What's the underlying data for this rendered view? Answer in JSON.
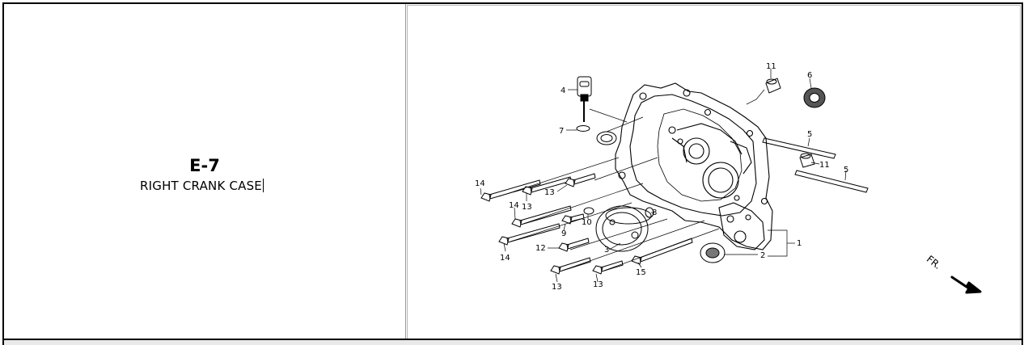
{
  "section": {
    "code": "E-7",
    "title": "RIGHT CRANK CASE"
  },
  "diagram": {
    "callouts": {
      "c1": "1",
      "c2": "2",
      "c3": "3",
      "c4": "4",
      "c5a": "5",
      "c5b": "5",
      "c6": "6",
      "c7": "7",
      "c8": "8",
      "c9": "9",
      "c10": "10",
      "c11a": "11",
      "c11b": "11",
      "c12": "12",
      "c13a": "13",
      "c13b": "13",
      "c13c": "13",
      "c13d": "13",
      "c14a": "14",
      "c14b": "14",
      "c14c": "14",
      "c15": "15"
    },
    "direction_label": "FR."
  },
  "colors": {
    "line": "#000000",
    "border": "#000000",
    "background": "#ffffff"
  }
}
